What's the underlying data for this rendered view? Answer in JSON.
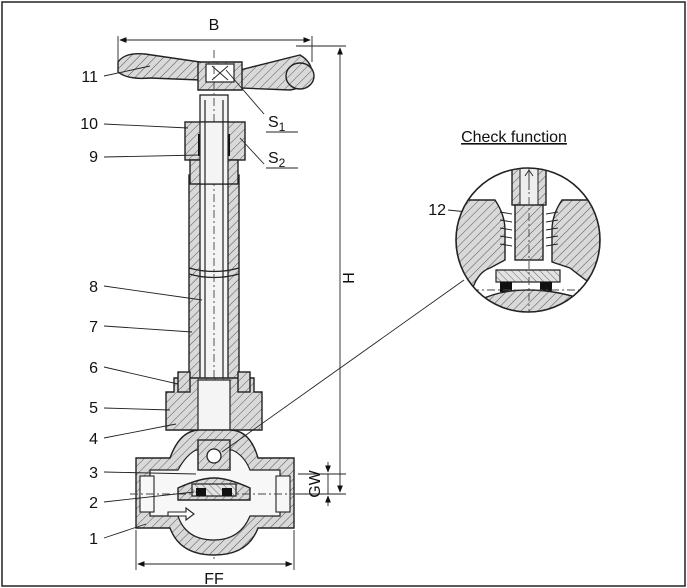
{
  "dimensions": {
    "width_label": "B",
    "height_label": "H",
    "face_to_face_label": "FF",
    "thread_label": "GW"
  },
  "callouts": {
    "s1": "S",
    "s1_sub": "1",
    "s2": "S",
    "s2_sub": "2"
  },
  "parts": [
    "1",
    "2",
    "3",
    "4",
    "5",
    "6",
    "7",
    "8",
    "9",
    "10",
    "11",
    "12"
  ],
  "detail": {
    "title": "Check function"
  },
  "colors": {
    "line": "#222222",
    "background": "#ffffff"
  }
}
